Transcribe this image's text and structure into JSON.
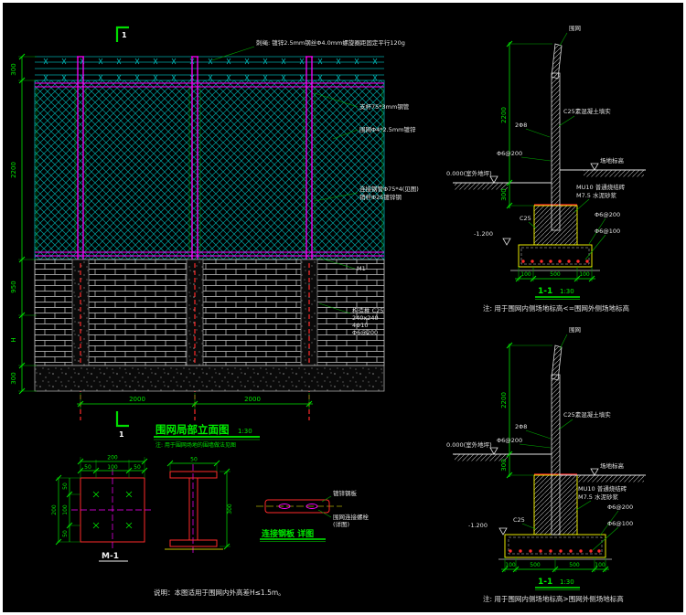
{
  "colors": {
    "background": "#000000",
    "dimension_green": "#00e400",
    "mesh_cyan": "#00a8a8",
    "post_magenta": "#ff00ff",
    "detail_red": "#ff2a2a",
    "outline_yellow": "#ffff00",
    "text_white": "#e2e2e2",
    "brick_white": "#cfcfcf"
  },
  "elevation": {
    "title": "围网局部立面图",
    "scale": "1:30",
    "title_note": "注: 用于围网场地的围墙做法见图",
    "top_annotation": "刺绳: 镀锌2.5mm钢丝Φ4.0mm螺旋圈距固定平行120g",
    "section_marker": "1",
    "dims_left": [
      "300",
      "2200",
      "950",
      "H",
      "300"
    ],
    "dims_bottom": [
      "2000",
      "2000"
    ],
    "labels": {
      "post": "支杆75*3mm钢管",
      "mesh": "围网Φ4*2.5mm镀锌",
      "connector1": "连接钢管Φ75*4(见图)",
      "connector2": "销杆Φ25镀锌钢",
      "m1": "M1",
      "column1": "构造柱 C25",
      "column2": "240x240",
      "column3": "4Φ10",
      "column4": "Φ6@200"
    }
  },
  "section_top": {
    "fence_label": "围网",
    "dim_height": "2200",
    "dim_embed": "300",
    "rebar_label": "2Φ8",
    "fill_label": "C25素混凝土填实",
    "stirrup_label": "Φ6@200",
    "zero_level": "0.000(室外地坪)",
    "site_level": "场地标高",
    "brick_spec1": "MU10 普通烧结砖",
    "brick_spec2": "M7.5 水泥砂浆",
    "footing_concrete": "C25",
    "footing_level": "-1.200",
    "footing_bar1": "Φ6@200",
    "footing_bar2": "Φ6@100",
    "dims_bottom": [
      "100",
      "500",
      "100"
    ],
    "section_label": "1-1",
    "section_scale": "1:30",
    "note": "注: 用于围网内侧场地标高<=围网外侧场地标高"
  },
  "section_bottom": {
    "fence_label": "围网",
    "dim_height": "2200",
    "dim_embed": "300",
    "rebar_label": "2Φ8",
    "fill_label": "C25素混凝土填实",
    "stirrup_label": "Φ6@200",
    "zero_level": "0.000(室外地坪)",
    "site_level": "场地标高",
    "brick_spec1": "MU10 普通烧结砖",
    "brick_spec2": "M7.5 水泥砂浆",
    "footing_concrete": "C25",
    "footing_level": "-1.200",
    "footing_bar1": "Φ6@200",
    "footing_bar2": "Φ6@100",
    "dims_bottom": [
      "100",
      "500",
      "500",
      "100"
    ],
    "section_label": "1-1",
    "section_scale": "1:30",
    "note": "注: 用于围网内侧场地标高>围网外侧场地标高"
  },
  "details": {
    "m1": {
      "label": "M-1",
      "dim_total_top": "200",
      "dims_top": [
        "50",
        "100",
        "50"
      ],
      "dim_total_left": "200",
      "dims_left": [
        "50",
        "100",
        "50"
      ]
    },
    "channel": {
      "dim_top": "50",
      "dim_right": "300"
    },
    "plate": {
      "title": "连接钢板 详图",
      "label_plate": "镀锌钢板",
      "label_bolt": "围网连接螺栓",
      "label_bolt2": "(详图)"
    },
    "note": "说明：本图适用于围网内外高差H≤1.5m。"
  }
}
